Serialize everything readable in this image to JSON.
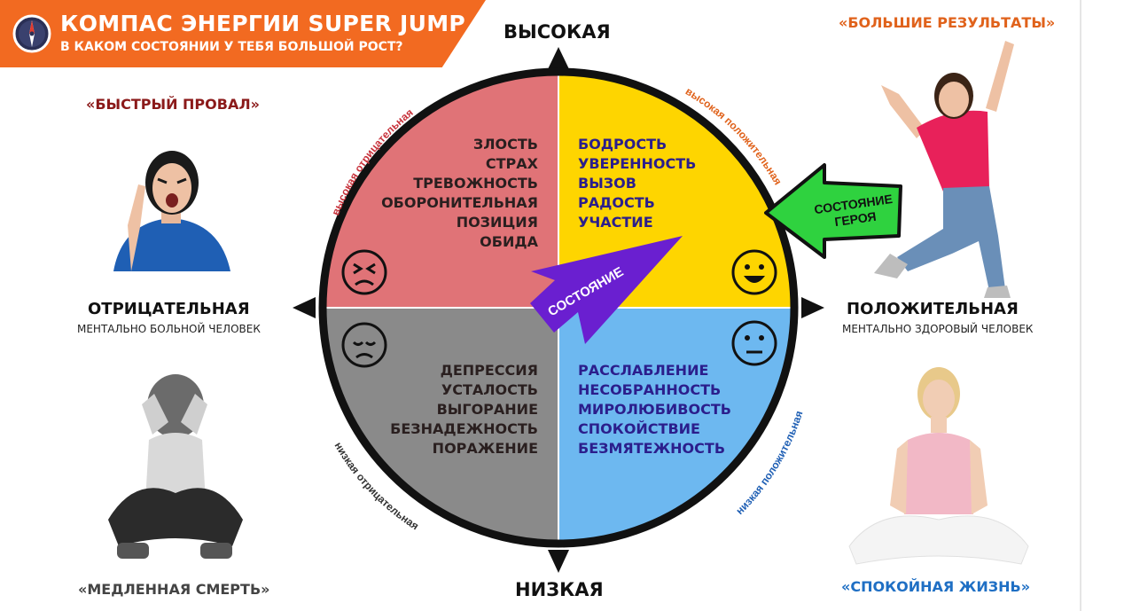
{
  "header": {
    "title": "КОМПАС ЭНЕРГИИ SUPER JUMP",
    "subtitle": "В КАКОМ СОСТОЯНИИ У ТЕБЯ БОЛЬШОЙ РОСТ?"
  },
  "axes": {
    "top": "ВЫСОКАЯ",
    "bottom": "НИЗКАЯ",
    "left": {
      "title": "ОТРИЦАТЕЛЬНАЯ",
      "sub": "МЕНТАЛЬНО БОЛЬНОЙ ЧЕЛОВЕК"
    },
    "right": {
      "title": "ПОЛОЖИТЕЛЬНАЯ",
      "sub": "МЕНТАЛЬНО ЗДОРОВЫЙ ЧЕЛОВЕК"
    }
  },
  "quadrants": {
    "high_negative": {
      "arc_label": "высокая отрицательная",
      "color": "#e07377",
      "words": [
        "ЗЛОСТЬ",
        "СТРАХ",
        "ТРЕВОЖНОСТЬ",
        "ОБОРОНИТЕЛЬНАЯ",
        "ПОЗИЦИЯ",
        "ОБИДА"
      ]
    },
    "high_positive": {
      "arc_label": "высокая положительная",
      "color": "#fed500",
      "words": [
        "БОДРОСТЬ",
        "УВЕРЕННОСТЬ",
        "ВЫЗОВ",
        "РАДОСТЬ",
        "УЧАСТИЕ"
      ]
    },
    "low_negative": {
      "arc_label": "низкая отрицательная",
      "color": "#8a8a8a",
      "words": [
        "ДЕПРЕССИЯ",
        "УСТАЛОСТЬ",
        "ВЫГОРАНИЕ",
        "БЕЗНАДЕЖНОСТЬ",
        "ПОРАЖЕНИЕ"
      ]
    },
    "low_positive": {
      "arc_label": "низкая положительная",
      "color": "#6db8f0",
      "words": [
        "РАССЛАБЛЕНИЕ",
        "НЕСОБРАННОСТЬ",
        "МИРОЛЮБИВОСТЬ",
        "СПОКОЙСТВИЕ",
        "БЕЗМЯТЕЖНОСТЬ"
      ]
    }
  },
  "pointer_label": "СОСТОЯНИЕ",
  "hero_arrow": {
    "line1": "СОСТОЯНИЕ",
    "line2": "ГЕРОЯ"
  },
  "quotes": {
    "top_left": "«БЫСТРЫЙ ПРОВАЛ»",
    "top_right": "«БОЛЬШИЕ РЕЗУЛЬТАТЫ»",
    "bottom_left": "«МЕДЛЕННАЯ СМЕРТЬ»",
    "bottom_right": "«СПОКОЙНАЯ ЖИЗНЬ»"
  },
  "colors": {
    "accent_orange": "#f26a21",
    "quote_dark_red": "#8b1a1a",
    "quote_orange": "#e0621b",
    "quote_blue": "#1f6fc4",
    "pointer_purple": "#6a1fd0",
    "hero_arrow_green": "#2fd23f"
  }
}
